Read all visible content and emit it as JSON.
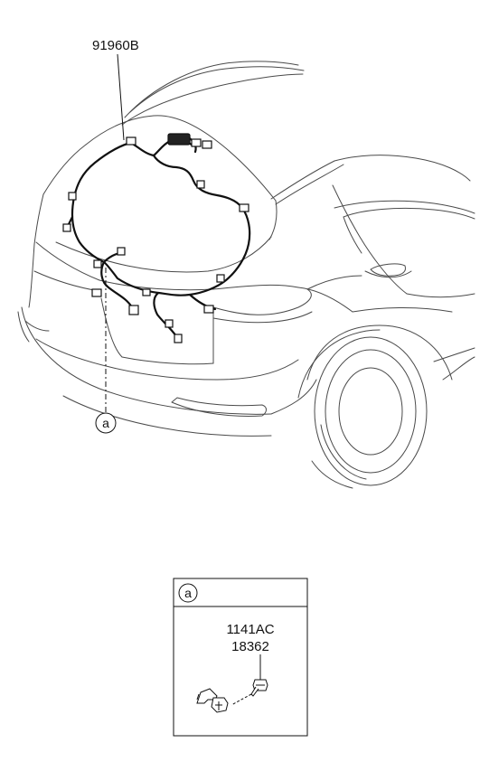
{
  "main_diagram": {
    "part_number": "91960B",
    "callout_letter": "a"
  },
  "detail_box": {
    "callout_letter": "a",
    "part_numbers": [
      "1141AC",
      "18362"
    ]
  },
  "colors": {
    "line": "#1a1a1a",
    "light_line": "#555555",
    "background": "#ffffff"
  }
}
